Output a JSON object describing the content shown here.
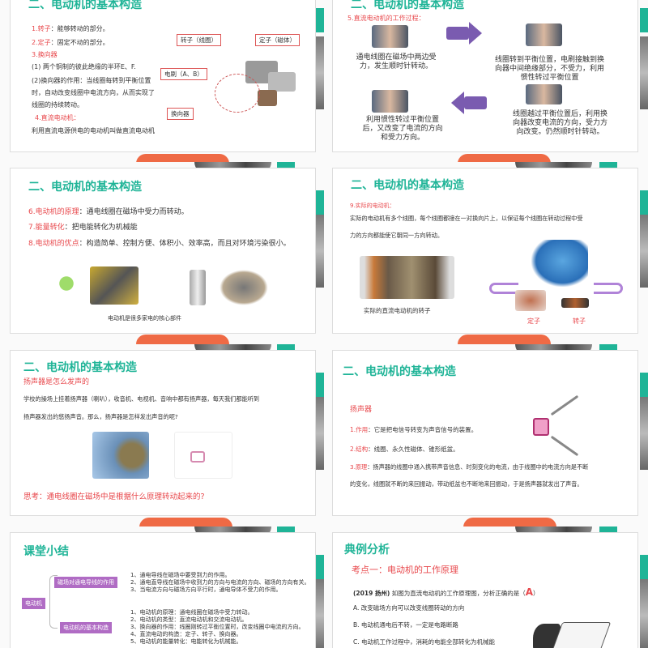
{
  "section_title": "二、电动机的基本构造",
  "slide1": {
    "items": [
      {
        "label": "1.转子",
        "text": "：能够转动的部分。"
      },
      {
        "label": "2.定子",
        "text": "：固定不动的部分。"
      },
      {
        "label": "3.换向器",
        "text": ""
      }
    ],
    "commutator_1": "(1) 两个铜制的彼此绝缘的半环E、F.",
    "commutator_2_lines": [
      "(2)换向器的作用：当线圈每转到平衡位置",
      "时，自动改变线圈中电流方向，从而实现了",
      "线圈的持续转动。"
    ],
    "dc_label": "4.直流电动机：",
    "dc_text": "利用直流电源供电的电动机叫做直流电动机",
    "diagram_labels": {
      "rotor": "转子（线圈）",
      "stator": "定子（磁体）",
      "brush": "电刷（A、B）",
      "commutator": "换向器"
    }
  },
  "slide2": {
    "heading": "5.直流电动机的工作过程：",
    "steps": [
      "通电线圈在磁场中两边受力，发生顺时针转动。",
      "线圈转到平衡位置，电刷接触到换向器中间绝缘部分，不受力，利用惯性转过平衡位置",
      "线圈越过平衡位置后，利用换向器改变电流的方向，受力方向改变。仍然顺时针转动。",
      "利用惯性转过平衡位置后，又改变了电流的方向和受力方向。"
    ]
  },
  "slide3": {
    "items": [
      {
        "label": "6.电动机的原理",
        "text": "：通电线圈在磁场中受力而转动。"
      },
      {
        "label": "7.能量转化",
        "text": "：把电能转化为机械能"
      },
      {
        "label": "8.电动机的优点",
        "text": "：构造简单、控制方便、体积小、效率高，而且对环境污染很小。"
      }
    ],
    "caption": "电动机是很多家电的核心部件"
  },
  "slide4": {
    "heading": "9.实际的电动机：",
    "body_lines": [
      "实际的电动机有多个线圈，每个线圈都接在一对换向片上，以保证每个线圈在转动过程中受",
      "力的方向都能使它朝同一方向转动。"
    ],
    "caption": "实际的直流电动机的转子",
    "stator": "定子",
    "rotor": "转子"
  },
  "slide5": {
    "question_title": "扬声器是怎么发声的",
    "body_lines": [
      "学校的操场上挂着扬声器（喇叭），收音机、电视机、音响中都有扬声器，每天我们都能听到",
      "扬声器发出的悠扬声音。那么，扬声器是怎样发出声音的呢?"
    ],
    "think": "思考：通电线圈在磁场中是根据什么原理转动起来的?"
  },
  "slide6": {
    "heading": "扬声器",
    "items": [
      {
        "label": "1.作用",
        "text": "：它是把电信号转变为声音信号的装置。"
      },
      {
        "label": "2.结构",
        "text": "：线圈、永久性磁体、锥形纸盆。"
      },
      {
        "label": "3.原理",
        "text": "：扬声器的线圈中通入携带声音信息、时刻变化的电流，由于线圈中的电流方向是不断"
      }
    ],
    "principle_cont": "的变化，线圈就不断的来回振动，带动纸盆也不断地来回振动，于是扬声器就发出了声音。"
  },
  "slide7": {
    "title": "课堂小结",
    "root": "电动机",
    "branches": [
      {
        "label": "磁场对通电导线的作用",
        "points": [
          "1、通电导线在磁场中要受到力的作用。",
          "2、通电直导线在磁场中收到力的方向与电流的方向、磁场的方向有关。",
          "3、当电流方向与磁场方向平行时，通电导体不受力的作用。"
        ]
      },
      {
        "label": "电动机的基本构造",
        "points": [
          "1、电动机的原理：通电线圈在磁场中受力转动。",
          "2、电动机的类型：直流电动机和交流电动机。",
          "3、换向器的作用：线圈刚转过平衡位置时，改变线圈中电流的方向。",
          "4、直流电动的构造：定子、转子、换向器。",
          "5、电动机的能量转化：电能转化为机械能。"
        ]
      }
    ]
  },
  "slide8": {
    "title": "典例分析",
    "subtitle": "考点一：电动机的工作原理",
    "question_source": "(2019  扬州)",
    "question": " 如图为直流电动机的工作原理图，分析正确的是（",
    "answer": "A",
    "question_end": "）",
    "options": [
      "A. 改变磁场方向可以改变线圈转动的方向",
      "B. 电动机通电后不转，一定是电路断路",
      "C. 电动机工作过程中，消耗的电能全部转化为机械能"
    ]
  },
  "colors": {
    "teal": "#1fb497",
    "red": "#e8484c",
    "orange": "#ef6a45",
    "purple": "#7a5bb0"
  }
}
